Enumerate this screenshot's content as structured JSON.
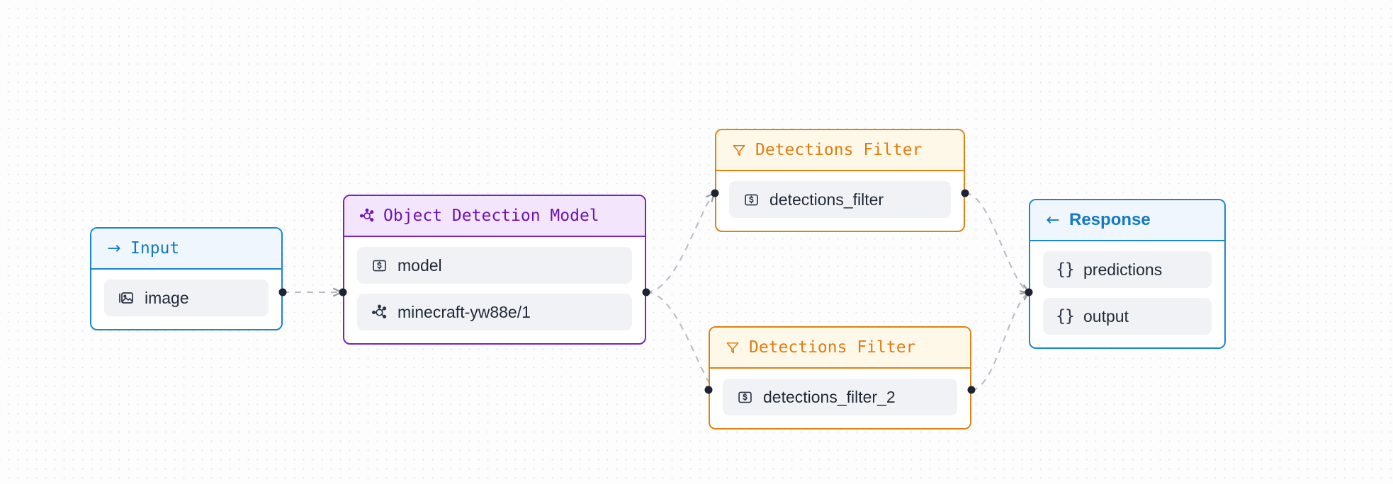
{
  "canvas": {
    "background_color": "#fdfdfe",
    "dot_grid_color": "#e3e4ea"
  },
  "palette": {
    "blue": "#1a87ce",
    "blue_header_bg": "#eff6fd",
    "purple": "#7a20c4",
    "purple_header_bg": "#f3e6fc",
    "orange": "#de8313",
    "orange_header_bg": "#fdf8e7",
    "row_bg": "#f1f2f5",
    "row_text": "#1f2937",
    "edge": "#b9bcc4",
    "handle": "#1d2330"
  },
  "nodes": [
    {
      "id": "input",
      "title": "Input",
      "icon": "arrow-right-icon",
      "icon_glyph": "→",
      "theme": "blue",
      "title_font": "mono",
      "rows": [
        {
          "label": "image",
          "icon": "image-stack-icon"
        }
      ]
    },
    {
      "id": "object-detection-model",
      "title": "Object Detection Model",
      "icon": "model-network-icon",
      "theme": "purple",
      "title_font": "mono",
      "rows": [
        {
          "label": "model",
          "icon": "parameter-box-icon"
        },
        {
          "label": "minecraft-yw88e/1",
          "icon": "model-network-icon"
        }
      ]
    },
    {
      "id": "detections-filter-1",
      "title": "Detections Filter",
      "icon": "funnel-filter-icon",
      "theme": "orange",
      "title_font": "mono",
      "rows": [
        {
          "label": "detections_filter",
          "icon": "parameter-box-icon"
        }
      ]
    },
    {
      "id": "detections-filter-2",
      "title": "Detections Filter",
      "icon": "funnel-filter-icon",
      "theme": "orange",
      "title_font": "mono",
      "rows": [
        {
          "label": "detections_filter_2",
          "icon": "parameter-box-icon"
        }
      ]
    },
    {
      "id": "response",
      "title": "Response",
      "icon": "arrow-left-icon",
      "icon_glyph": "←",
      "theme": "blue",
      "title_font": "proportional",
      "rows": [
        {
          "label": "predictions",
          "icon": "curly-braces-icon"
        },
        {
          "label": "output",
          "icon": "curly-braces-icon"
        }
      ]
    }
  ],
  "edges": [
    {
      "id": "edge-input-to-model",
      "from": "input",
      "to": "object-detection-model",
      "style": "dashed"
    },
    {
      "id": "edge-model-to-filter-1",
      "from": "object-detection-model",
      "to": "detections-filter-1",
      "style": "dashed"
    },
    {
      "id": "edge-model-to-filter-2",
      "from": "object-detection-model",
      "to": "detections-filter-2",
      "style": "dashed"
    },
    {
      "id": "edge-filter-1-to-response",
      "from": "detections-filter-1",
      "to": "response",
      "style": "dashed"
    },
    {
      "id": "edge-filter-2-to-response",
      "from": "detections-filter-2",
      "to": "response",
      "style": "dashed"
    }
  ]
}
